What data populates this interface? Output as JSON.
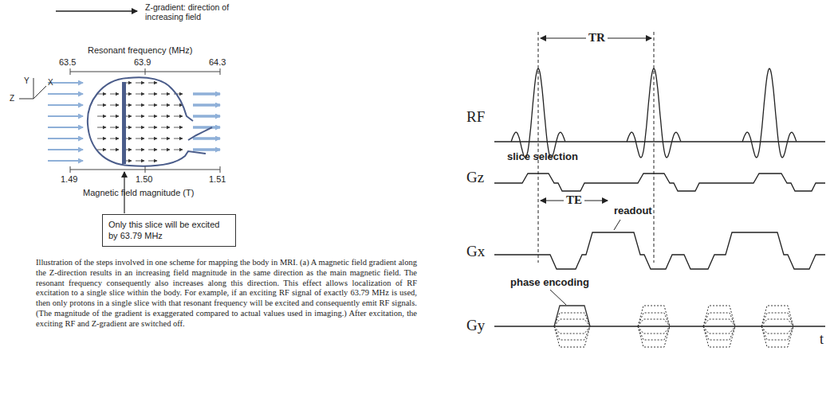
{
  "diagram": {
    "caption": "Illustration of the steps involved in one scheme for mapping the body in MRI. (a) A magnetic field gradient along the Z-direction results in an increasing field magnitude in the same direction as the main magnetic field. The resonant frequency consequently also increases along this direction. This effect allows localization of RF excitation to a single slice within the body. For example, if an exciting RF signal of exactly 63.79 MHz is used, then only protons in a single slice with that resonant frequency will be excited and consequently emit RF signals. (The magnitude of the gradient is exaggerated compared to actual values used in imaging.) After excitation, the exciting RF and Z-gradient are switched off.",
    "nodes": [
      {
        "text": [
          "Only this slice will be excited by 63.79 MHz"
        ]
      }
    ],
    "labels": [
      "Z-gradient: direction of increasing field",
      "Resonant frequency (MHz)",
      "63.5",
      "63.9",
      "64.3",
      "Y",
      "X",
      "Z",
      "1.49",
      "1.50",
      "1.51",
      "Magnetic field magnitude (T)",
      "TR",
      "RF",
      "Gz",
      "slice selection",
      "TE",
      "readout",
      "Gx",
      "Gy",
      "phase encoding",
      "t"
    ]
  }
}
